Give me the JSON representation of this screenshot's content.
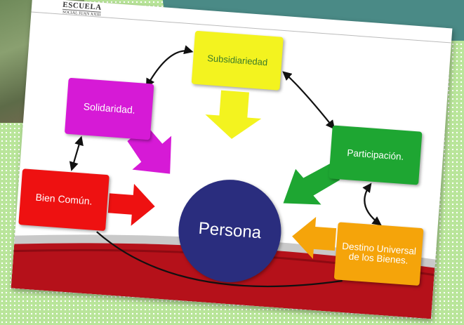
{
  "logo": {
    "line1": "ESCUELA",
    "line2": "SOCIAL JUAN XXIII"
  },
  "diagram": {
    "center": "Persona",
    "nodes": {
      "subsidiariedad": "Subsidiariedad",
      "solidaridad": "Solidaridad.",
      "participacion": "Participación.",
      "bien_comun": "Bien Común.",
      "destino": "Destino Universal de los Bienes."
    }
  },
  "colors": {
    "subsidiariedad": "#f3f31f",
    "solidaridad": "#d61ad6",
    "participacion": "#1ea632",
    "bien_comun": "#ee1111",
    "destino": "#f5a40a",
    "persona": "#2a2d7e",
    "banner_red": "#b5111a",
    "background": "#b9e59a"
  }
}
